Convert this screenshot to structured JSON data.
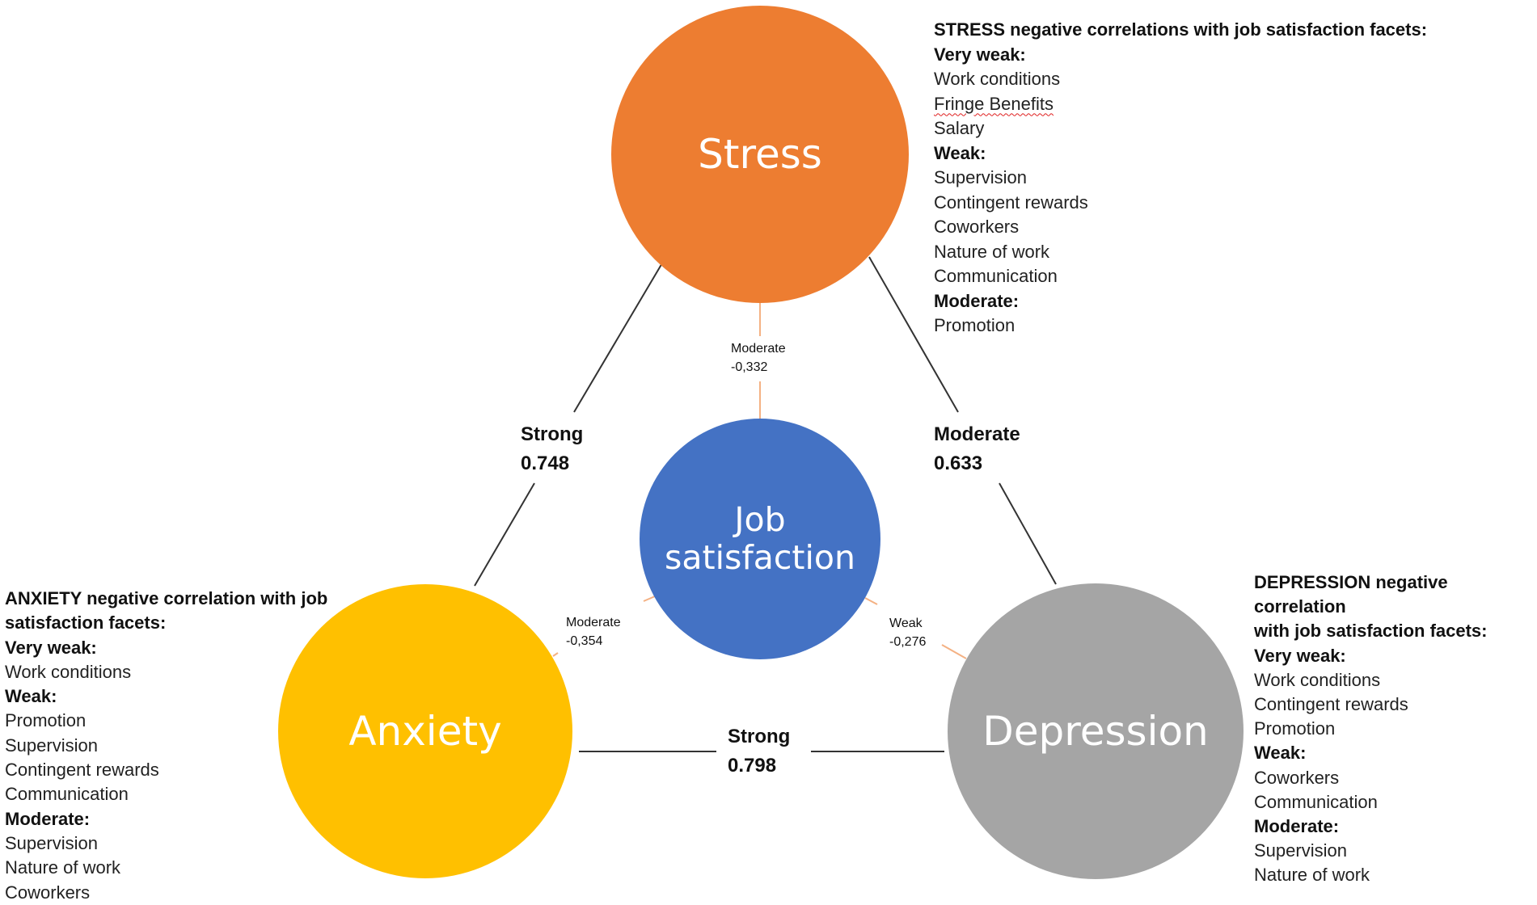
{
  "nodes": {
    "stress": "Stress",
    "job_satisfaction": [
      "Job",
      "satisfaction"
    ],
    "anxiety": "Anxiety",
    "depression": "Depression"
  },
  "colors": {
    "stress": "#ED7D31",
    "job_satisfaction": "#4472C4",
    "anxiety": "#FFC000",
    "depression": "#A5A5A5",
    "line_dark": "#333333",
    "line_orange": "#F4B183"
  },
  "edges": {
    "stress_anxiety": {
      "strength": "Strong",
      "value": "0.748"
    },
    "stress_depression": {
      "strength": "Moderate",
      "value": "0.633"
    },
    "anxiety_depression": {
      "strength": "Strong",
      "value": "0.798"
    },
    "stress_job": {
      "strength": "Moderate",
      "value": "-0,332"
    },
    "anxiety_job": {
      "strength": "Moderate",
      "value": "-0,354"
    },
    "depression_job": {
      "strength": "Weak",
      "value": "-0,276"
    }
  },
  "stress_facets": {
    "title": "STRESS negative correlations with job satisfaction facets:",
    "groups": [
      {
        "label": "Very weak:",
        "items": [
          "Work conditions",
          "Fringe Benefits",
          "Salary"
        ]
      },
      {
        "label": "Weak:",
        "items": [
          "Supervision",
          "Contingent rewards",
          "Coworkers",
          "Nature of work",
          "Communication"
        ]
      },
      {
        "label": "Moderate:",
        "items": [
          "Promotion"
        ]
      }
    ]
  },
  "anxiety_facets": {
    "title_lines": [
      "ANXIETY negative correlation with job",
      "satisfaction facets:"
    ],
    "groups": [
      {
        "label": "Very weak:",
        "items": [
          "Work conditions"
        ]
      },
      {
        "label": "Weak:",
        "items": [
          "Promotion",
          "Supervision",
          "Contingent rewards",
          "Communication"
        ]
      },
      {
        "label": "Moderate:",
        "items": [
          "Supervision",
          "Nature of work",
          "Coworkers"
        ]
      }
    ]
  },
  "depression_facets": {
    "title_lines": [
      "DEPRESSION negative correlation",
      "with job satisfaction facets:"
    ],
    "groups": [
      {
        "label": "Very weak:",
        "items": [
          "Work conditions",
          "Contingent rewards",
          "Promotion"
        ]
      },
      {
        "label": "Weak:",
        "items": [
          "Coworkers",
          "Communication"
        ]
      },
      {
        "label": "Moderate:",
        "items": [
          "Supervision",
          "Nature of work"
        ]
      }
    ]
  }
}
